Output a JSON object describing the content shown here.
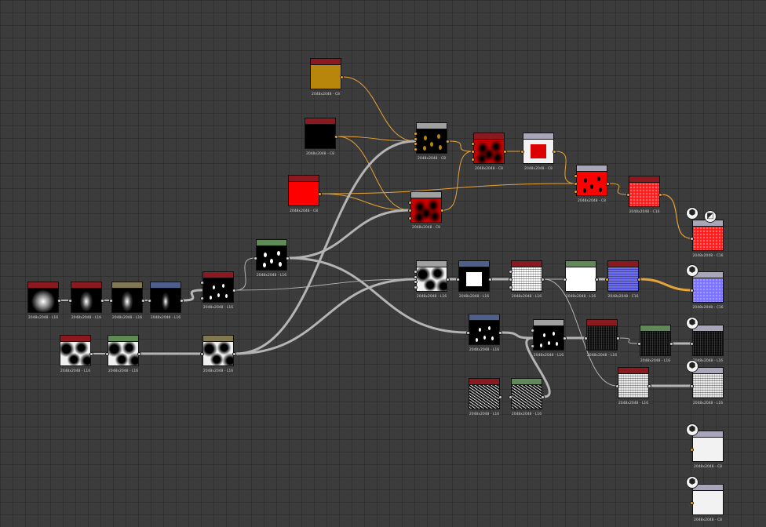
{
  "colors": {
    "background": "#3c3c3c",
    "wire_color": "#e6a336",
    "wire_gray": "#b4b4b4",
    "header_red": "#8b1a20",
    "header_green": "#5f8a58",
    "header_blue": "#4f5f8c",
    "header_gray": "#a0a0a0",
    "header_olive": "#7f7852",
    "header_light": "#a9a6ba",
    "output_red": "#ff1a1a",
    "output_blue": "#7a70ff"
  },
  "node_labels": {
    "n1": "2048x2048 - C8",
    "n2": "2048x2048 - C8",
    "n3": "2048x2048 - C8",
    "n4": "2048x2048 - C8",
    "n5": "2048x2048 - C8",
    "n6": "2048x2048 - C8",
    "n7": "2048x2048 - C8",
    "n8": "2048x2048 - C8",
    "n9": "2048x2048 - C16",
    "n10": "2048x2048 - C16",
    "n11": "2048x2048 - L16",
    "n12": "2048x2048 - L16",
    "n13": "2048x2048 - L16",
    "n14": "2048x2048 - L16",
    "n15": "2048x2048 - L16",
    "n16": "2048x2048 - L16",
    "n17": "2048x2048 - L16",
    "n18": "2048x2048 - L16",
    "n19": "2048x2048 - L16",
    "n20": "2048x2048 - L16",
    "n21": "2048x2048 - L16",
    "n22": "2048x2048 - L16",
    "n23": "2048x2048 - L16",
    "n24": "2048x2048 - C16",
    "n25": "2048x2048 - C16",
    "n26": "2048x2048 - L16",
    "n27": "2048x2048 - L16",
    "n28": "2048x2048 - L16",
    "n29": "2048x2048 - L16",
    "n30": "2048x2048 - L16",
    "n31": "2048x2048 - L16",
    "n32": "2048x2048 - L16",
    "n33": "2048x2048 - L16",
    "n34": "2048x2048 - L16",
    "n35": "2048x2048 - C8",
    "n36": "2048x2048 - C8"
  },
  "icons": {
    "output": "cube-icon",
    "checker": "checker-icon"
  }
}
